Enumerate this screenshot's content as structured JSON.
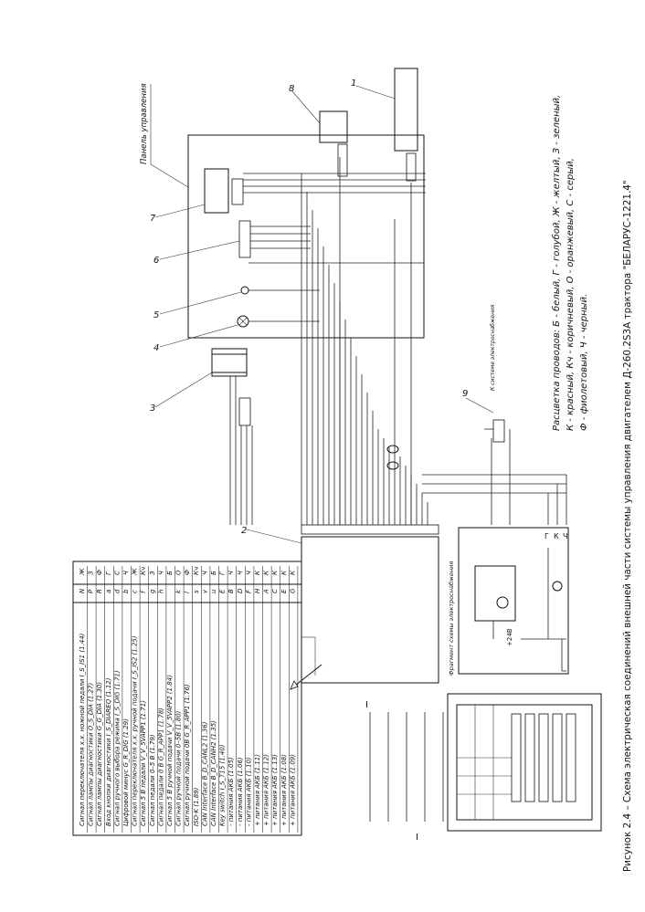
{
  "caption": "Рисунок  2.4 – Схема электрическая  соединений внешней части системы управления двигателем Д-260.2S3A трактора \"БЕЛАРУС-1221.4\"",
  "legend": {
    "line1": "Расцветка проводов: Б - белый, Г - голубой, Ж - желтый, З - зеленый,",
    "line2": "К - красный, Кч - коричневый, О - оранжевый, С - серый,",
    "line3": "Ф - фиолетовый, Ч - черный."
  },
  "panel_label": "Панель управления",
  "callouts": [
    "1",
    "2",
    "3",
    "4",
    "5",
    "6",
    "7",
    "8",
    "9"
  ],
  "left_labels": {
    "top": "Ⅰ",
    "bottom": "Ⅰ"
  },
  "fuse_note": "К системе электроснабжения",
  "power_note": "Фрагмент схемы электроснабжения",
  "voltage_note": "+24В",
  "bottom_wire_labels": [
    "Ч",
    "К",
    "Г"
  ],
  "signal_table": {
    "rows": [
      {
        "name": "Сигнал переключателя х.х. ножной педали I_S_IS1 (1.44)",
        "code": "N",
        "color": "Ж"
      },
      {
        "name": "Сигнал лампы диагностики O_S_DIA (1.27)",
        "code": "P",
        "color": "З"
      },
      {
        "name": "Сигнал лампы диагностики G_G_DIA (1.30)",
        "code": "R",
        "color": "Ф"
      },
      {
        "name": "Вход кнопки диагностики I_S_DIAREQ (1.12)",
        "code": "a",
        "color": "Г"
      },
      {
        "name": "Сигнал ручного выбора режима I_S_DIG (1.71)",
        "code": "d",
        "color": "С"
      },
      {
        "name": "Цифровой минус G_R_DIG (1.29)",
        "code": "b",
        "color": "Ч"
      },
      {
        "name": "Сигнал переключателя х.х. ручной подачи I_S_IS2 (1.25)",
        "code": "c",
        "color": "Ж"
      },
      {
        "name": "Сигнал 5 В педали V_V_5VAPP1 (1.71)",
        "code": "f",
        "color": "Кч"
      },
      {
        "name": "Сигнал педали 0–5 В (1.79)",
        "code": "g",
        "color": "З"
      },
      {
        "name": "Сигнал педали 0 В G_R_APP1 (1.78)",
        "code": "h",
        "color": "Ч"
      },
      {
        "name": "Сигнал 5 В ручной подачи V_V_5VAPP2 (1.84)",
        "code": "",
        "color": "Б"
      },
      {
        "name": "Сигнал ручной подачи 0–5В (1.80)",
        "code": "k",
        "color": "О"
      },
      {
        "name": "Сигнал ручной подачи 0В G_R_APP1 (1.76)",
        "code": "l",
        "color": "Ф"
      },
      {
        "name": "ISO-K (1.89)",
        "code": "s",
        "color": "Кч"
      },
      {
        "name": "CAN Interface B_D_CANL2 (1.36)",
        "code": "v",
        "color": "Ч"
      },
      {
        "name": "CAN Interface B_D_CANH2 (1.35)",
        "code": "u",
        "color": "Б"
      },
      {
        "name": "Key switch I_S_T15 (1.40)",
        "code": "E",
        "color": "Г"
      },
      {
        "name": "- питания АКБ (1.05)",
        "code": "B",
        "color": "Ч"
      },
      {
        "name": "- питания АКБ (1.06)",
        "code": "D",
        "color": "Ч"
      },
      {
        "name": "- питания АКБ (1.10)",
        "code": "F",
        "color": "Ч"
      },
      {
        "name": "+ питания АКБ (1.11)",
        "code": "H",
        "color": "К"
      },
      {
        "name": "+ питания АКБ (1.12)",
        "code": "A",
        "color": "К"
      },
      {
        "name": "+ питания АКБ (1.13)",
        "code": "C",
        "color": "К"
      },
      {
        "name": "+ питания АКБ (1.08)",
        "code": "E",
        "color": "К"
      },
      {
        "name": "+ питания АКБ (1.09)",
        "code": "G",
        "color": "К"
      }
    ]
  }
}
